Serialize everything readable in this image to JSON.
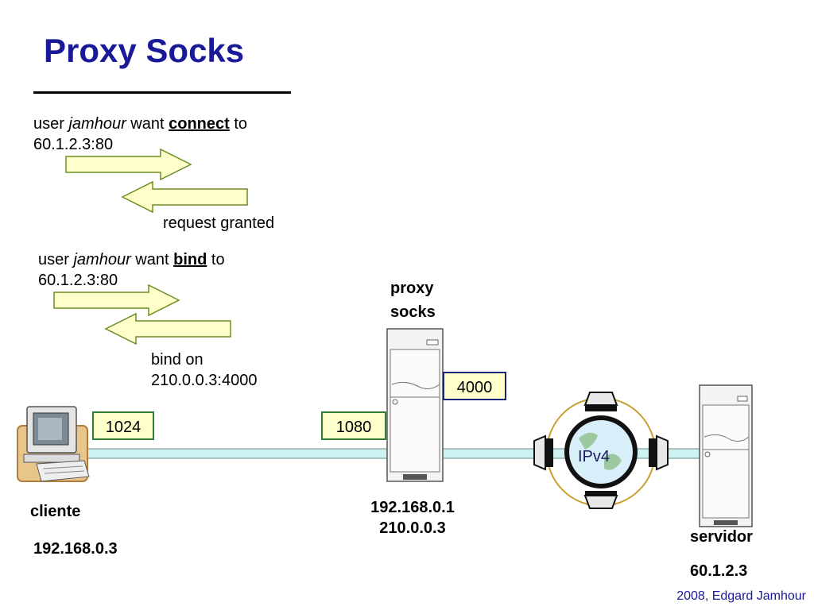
{
  "title": "Proxy Socks",
  "connect_msg": {
    "user_word": "user",
    "user_name": "jamhour",
    "want_word": "want",
    "verb": "connect",
    "to_word": "to",
    "address": "60.1.2.3:80",
    "reply": "request granted"
  },
  "bind_msg": {
    "user_word": "user",
    "user_name": "jamhour",
    "want_word": "want",
    "verb": "bind",
    "to_word": "to",
    "address": "60.1.2.3:80",
    "reply_line1": "bind on",
    "reply_line2": "210.0.0.3:4000"
  },
  "proxy": {
    "label_line1": "proxy",
    "label_line2": "socks",
    "ip_line1": "192.168.0.1",
    "ip_line2": "210.0.0.3"
  },
  "ports": {
    "client": "1024",
    "proxy_in": "1080",
    "proxy_bind": "4000"
  },
  "client": {
    "label": "cliente",
    "ip": "192.168.0.3"
  },
  "server": {
    "label": "servidor",
    "ip": "60.1.2.3"
  },
  "network": {
    "label": "IPv4"
  },
  "footer": "2008, Edgard Jamhour",
  "colors": {
    "title": "#1a1a99",
    "arrow_fill": "#ffffcc",
    "arrow_stroke": "#6b8e23",
    "link_fill": "#ccf2f2",
    "port_border_green": "#2e7d32",
    "port_border_navy": "#1a237e",
    "ring": "#c8a030"
  }
}
